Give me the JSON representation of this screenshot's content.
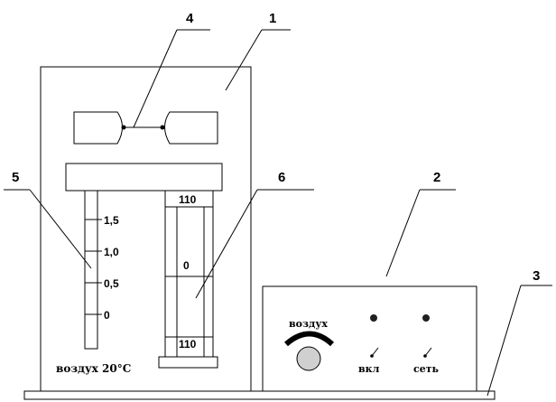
{
  "callouts": {
    "n1": "1",
    "n2": "2",
    "n3": "3",
    "n4": "4",
    "n5": "5",
    "n6": "6"
  },
  "left_scale": {
    "ticks": [
      "1,5",
      "1,0",
      "0,5",
      "0"
    ]
  },
  "right_scale": {
    "top": "110",
    "middle": "0",
    "bottom": "110"
  },
  "control_panel": {
    "knob_label": "воздух",
    "switch_on_label": "вкл",
    "switch_mains_label": "сеть"
  },
  "caption": "воздух  20°С",
  "colors": {
    "base": "#a8a8a8",
    "knob": "#d0d0d0",
    "indicator": "#202020",
    "stroke": "#000000"
  }
}
